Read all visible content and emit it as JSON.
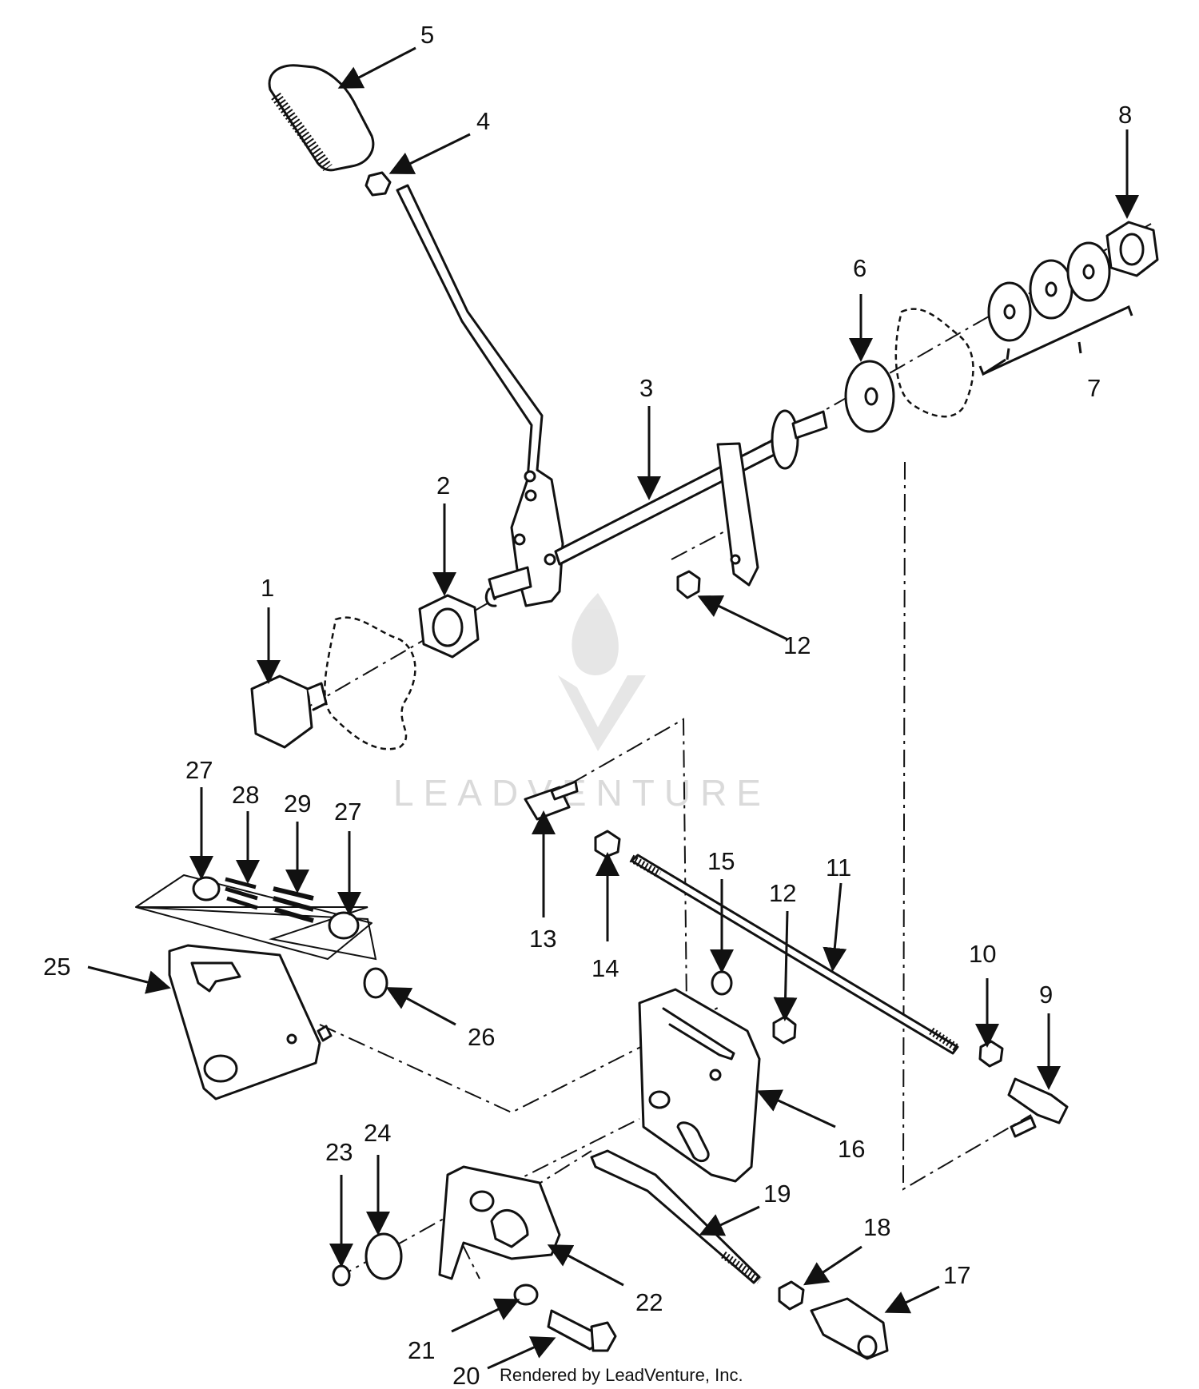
{
  "diagram": {
    "callouts": [
      {
        "id": "c1",
        "label": "1"
      },
      {
        "id": "c2",
        "label": "2"
      },
      {
        "id": "c3",
        "label": "3"
      },
      {
        "id": "c4",
        "label": "4"
      },
      {
        "id": "c5",
        "label": "5"
      },
      {
        "id": "c6",
        "label": "6"
      },
      {
        "id": "c7",
        "label": "7"
      },
      {
        "id": "c8",
        "label": "8"
      },
      {
        "id": "c9",
        "label": "9"
      },
      {
        "id": "c10",
        "label": "10"
      },
      {
        "id": "c11",
        "label": "11"
      },
      {
        "id": "c12a",
        "label": "12"
      },
      {
        "id": "c12b",
        "label": "12"
      },
      {
        "id": "c13",
        "label": "13"
      },
      {
        "id": "c14",
        "label": "14"
      },
      {
        "id": "c15",
        "label": "15"
      },
      {
        "id": "c16",
        "label": "16"
      },
      {
        "id": "c17",
        "label": "17"
      },
      {
        "id": "c18",
        "label": "18"
      },
      {
        "id": "c19",
        "label": "19"
      },
      {
        "id": "c20",
        "label": "20"
      },
      {
        "id": "c21",
        "label": "21"
      },
      {
        "id": "c22",
        "label": "22"
      },
      {
        "id": "c23",
        "label": "23"
      },
      {
        "id": "c24",
        "label": "24"
      },
      {
        "id": "c25",
        "label": "25"
      },
      {
        "id": "c26",
        "label": "26"
      },
      {
        "id": "c27a",
        "label": "27"
      },
      {
        "id": "c27b",
        "label": "27"
      },
      {
        "id": "c28",
        "label": "28"
      },
      {
        "id": "c29",
        "label": "29"
      }
    ],
    "credit": "Rendered by LeadVenture, Inc.",
    "watermark": "LEADVENTURE",
    "colors": {
      "ink": "#111111",
      "watermark": "#d6d6d6",
      "background": "#ffffff"
    }
  }
}
